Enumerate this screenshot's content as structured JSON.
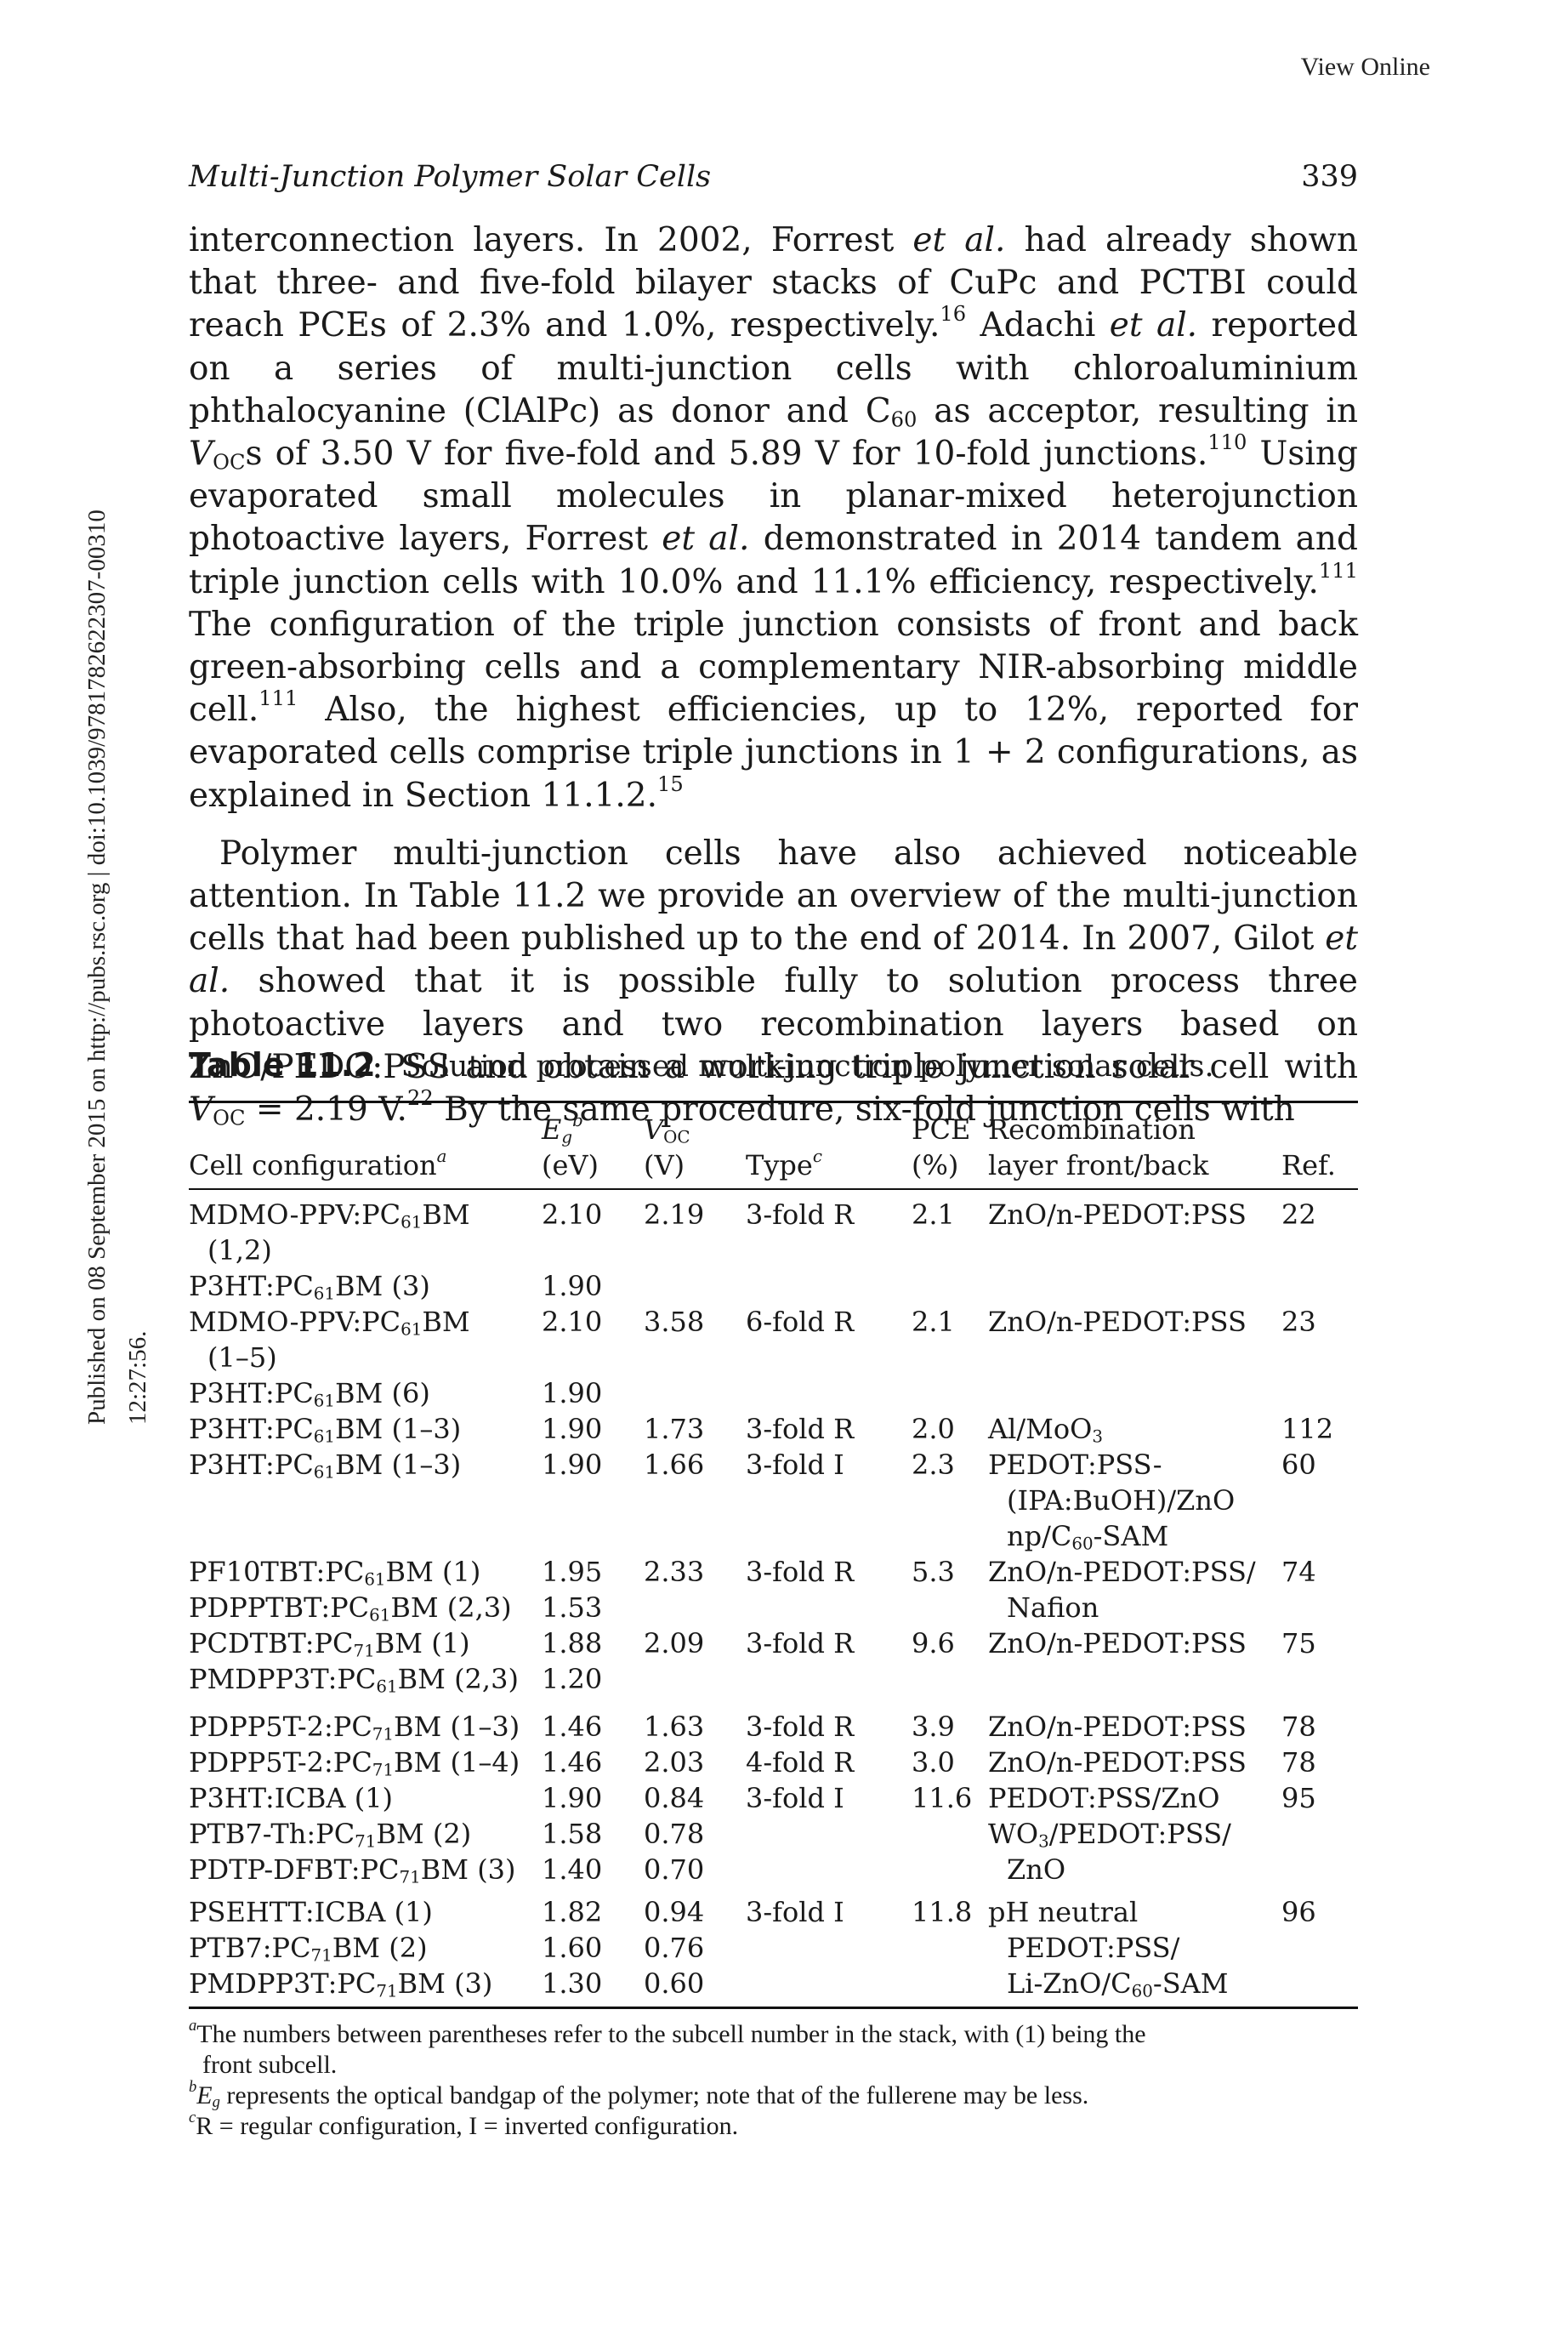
{
  "header": {
    "view_online": "View Online",
    "running_title": "Multi-Junction Polymer Solar Cells",
    "page_number": "339"
  },
  "side_margin": {
    "line1": "Published on 08 September 2015 on http://pubs.rsc.org | doi:10.1039/9781782622307-00310",
    "line2": "12:27:56."
  },
  "paragraphs": {
    "p1": {
      "t1": "interconnection layers. In 2002, Forrest ",
      "etal1": "et al.",
      "t2": " had already shown that three- and five-fold bilayer stacks of CuPc and PCTBI could reach PCEs of 2.3% and 1.0%, respectively.",
      "r1": "16",
      "t3": " Adachi ",
      "etal2": "et al.",
      "t4": " reported on a series of multi-junction cells with chloroaluminium phthalocyanine (ClAlPc) as donor and C",
      "c60_sub": "60",
      "t5": " as acceptor, resulting in ",
      "voc_v": "V",
      "voc_sub": "OC",
      "t6": "s of 3.50 V for five-fold and 5.89 V for 10-fold junctions.",
      "r2": "110",
      "t7": " Using evaporated small molecules in planar-mixed heterojunction photoactive layers, Forrest ",
      "etal3": "et al.",
      "t8": " demonstrated in 2014 tandem and triple junction cells with 10.0% and 11.1% efficiency, respectively.",
      "r3": "111",
      "t9": " The configuration of the triple junction consists of front and back green-absorbing cells and a complementary NIR-absorbing middle cell.",
      "r4": "111",
      "t10": " Also, the highest efficiencies, up to 12%, reported for evaporated cells comprise triple junctions in 1 + 2 configurations, as explained in Section 11.1.2.",
      "r5": "15"
    },
    "p2": {
      "t1": "Polymer multi-junction cells have also achieved noticeable attention. In Table 11.2 we provide an overview of the multi-junction cells that had been published up to the end of 2014. In 2007, Gilot ",
      "etal1": "et al.",
      "t2": " showed that it is possible fully to solution process three photoactive layers and two recombination layers based on ZnO/PEDO:PSS and obtain a working triple junction solar cell with ",
      "voc_v": "V",
      "voc_sub": "OC",
      "t3": " = 2.19 V.",
      "r1": "22",
      "t4": " By the same procedure, six-fold junction cells with"
    }
  },
  "table": {
    "label": "Table 11.2",
    "caption": "Solution processed multi-junction polymer solar cells.",
    "headers": {
      "cell_config": "Cell configuration",
      "cell_config_sup": "a",
      "eg_e": "E",
      "eg_sub": "g",
      "eg_sup": "b",
      "eg_unit": "(eV)",
      "voc_v": "V",
      "voc_sub": "OC",
      "voc_unit": "(V)",
      "type": "Type",
      "type_sup": "c",
      "pce": "PCE",
      "pce_unit": "(%)",
      "recomb1": "Recombination",
      "recomb2": "layer front/back",
      "ref": "Ref."
    },
    "rows": [
      {
        "cfg_a": "MDMO-PPV:PC",
        "cfg_sub": "61",
        "cfg_b": "BM",
        "cfg_cont": "(1,2)",
        "eg": "2.10",
        "voc": "2.19",
        "type": "3-fold R",
        "pce": "2.1",
        "recomb": "ZnO/n-PEDOT:PSS",
        "ref": "22"
      },
      {
        "cfg_a": "P3HT:PC",
        "cfg_sub": "61",
        "cfg_b": "BM (3)",
        "eg": "1.90"
      },
      {
        "cfg_a": "MDMO-PPV:PC",
        "cfg_sub": "61",
        "cfg_b": "BM",
        "cfg_cont": "(1–5)",
        "eg": "2.10",
        "voc": "3.58",
        "type": "6-fold R",
        "pce": "2.1",
        "recomb": "ZnO/n-PEDOT:PSS",
        "ref": "23"
      },
      {
        "cfg_a": "P3HT:PC",
        "cfg_sub": "61",
        "cfg_b": "BM (6)",
        "eg": "1.90"
      },
      {
        "cfg_a": "P3HT:PC",
        "cfg_sub": "61",
        "cfg_b": "BM (1–3)",
        "eg": "1.90",
        "voc": "1.73",
        "type": "3-fold R",
        "pce": "2.0",
        "recomb_a": "Al/MoO",
        "recomb_sub": "3",
        "ref": "112"
      },
      {
        "cfg_a": "P3HT:PC",
        "cfg_sub": "61",
        "cfg_b": "BM (1–3)",
        "eg": "1.90",
        "voc": "1.66",
        "type": "3-fold I",
        "pce": "2.3",
        "recomb": "PEDOT:PSS-",
        "recomb_l2": "(IPA:BuOH)/ZnO",
        "recomb_l3a": "np/C",
        "recomb_l3sub": "60",
        "recomb_l3b": "-SAM",
        "ref": "60"
      },
      {
        "cfg_a": "PF10TBT:PC",
        "cfg_sub": "61",
        "cfg_b": "BM (1)",
        "eg": "1.95",
        "voc": "2.33",
        "type": "3-fold R",
        "pce": "5.3",
        "recomb": "ZnO/n-PEDOT:PSS/",
        "ref": "74"
      },
      {
        "cfg_a": "PDPPTBT:PC",
        "cfg_sub": "61",
        "cfg_b": "BM (2,3)",
        "eg": "1.53",
        "recomb_cont": "Nafion"
      },
      {
        "cfg_a": "PCDTBT:PC",
        "cfg_sub": "71",
        "cfg_b": "BM (1)",
        "eg": "1.88",
        "voc": "2.09",
        "type": "3-fold R",
        "pce": "9.6",
        "recomb": "ZnO/n-PEDOT:PSS",
        "ref": "75"
      },
      {
        "cfg_a": "PMDPP3T:PC",
        "cfg_sub": "61",
        "cfg_b": "BM (2,3)",
        "eg": "1.20"
      },
      {
        "cfg_a": "PDPP5T-2:PC",
        "cfg_sub": "71",
        "cfg_b": "BM (1–3)",
        "eg": "1.46",
        "voc": "1.63",
        "type": "3-fold R",
        "pce": "3.9",
        "recomb": "ZnO/n-PEDOT:PSS",
        "ref": "78"
      },
      {
        "cfg_a": "PDPP5T-2:PC",
        "cfg_sub": "71",
        "cfg_b": "BM (1–4)",
        "eg": "1.46",
        "voc": "2.03",
        "type": "4-fold R",
        "pce": "3.0",
        "recomb": "ZnO/n-PEDOT:PSS",
        "ref": "78"
      },
      {
        "cfg_a": "P3HT:ICBA (1)",
        "eg": "1.90",
        "voc": "0.84",
        "type": "3-fold I",
        "pce": "11.6",
        "recomb": "PEDOT:PSS/ZnO",
        "ref": "95"
      },
      {
        "cfg_a": "PTB7-Th:PC",
        "cfg_sub": "71",
        "cfg_b": "BM (2)",
        "eg": "1.58",
        "voc": "0.78",
        "recomb_a": "WO",
        "recomb_sub": "3",
        "recomb_b": "/PEDOT:PSS/"
      },
      {
        "cfg_a": "PDTP-DFBT:PC",
        "cfg_sub": "71",
        "cfg_b": "BM (3)",
        "eg": "1.40",
        "voc": "0.70",
        "recomb_cont": "ZnO"
      },
      {
        "cfg_a": "PSEHTT:ICBA (1)",
        "eg": "1.82",
        "voc": "0.94",
        "type": "3-fold I",
        "pce": "11.8",
        "recomb": "pH neutral",
        "ref": "96"
      },
      {
        "cfg_a": "PTB7:PC",
        "cfg_sub": "71",
        "cfg_b": "BM (2)",
        "eg": "1.60",
        "voc": "0.76",
        "recomb_cont": "PEDOT:PSS/"
      },
      {
        "cfg_a": "PMDPP3T:PC",
        "cfg_sub": "71",
        "cfg_b": "BM (3)",
        "eg": "1.30",
        "voc": "0.60",
        "recomb_cont_a": "Li-ZnO/C",
        "recomb_cont_sub": "60",
        "recomb_cont_b": "-SAM"
      }
    ],
    "footnotes": {
      "a_mark": "a",
      "a_text": "The numbers between parentheses refer to the subcell number in the stack, with (1) being the",
      "a_text2": "front subcell.",
      "b_mark": "b",
      "b_e": "E",
      "b_sub": "g",
      "b_text": " represents the optical bandgap of the polymer; note that of the fullerene may be less.",
      "c_mark": "c",
      "c_text": "R = regular configuration, I = inverted configuration."
    }
  }
}
